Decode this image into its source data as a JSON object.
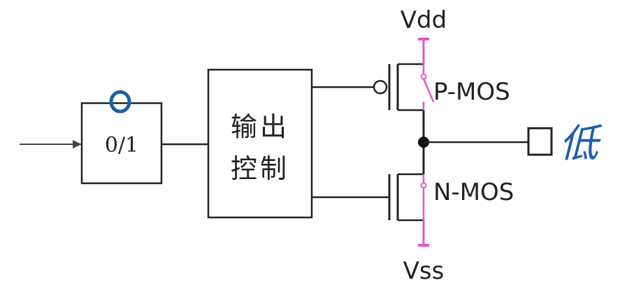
{
  "labels": {
    "vdd": "Vdd",
    "vss": "Vss",
    "pmos": "P-MOS",
    "nmos": "N-MOS",
    "input_box": "0/1",
    "control_line1": "输出",
    "control_line2": "控制"
  },
  "annotations": {
    "input_value": "0",
    "output_value": "低"
  },
  "colors": {
    "wire": "#222222",
    "rail": "#e055d0",
    "annotation": "#1e5fa8",
    "box_fill": "#ffffff",
    "switch": "#e055d0"
  }
}
